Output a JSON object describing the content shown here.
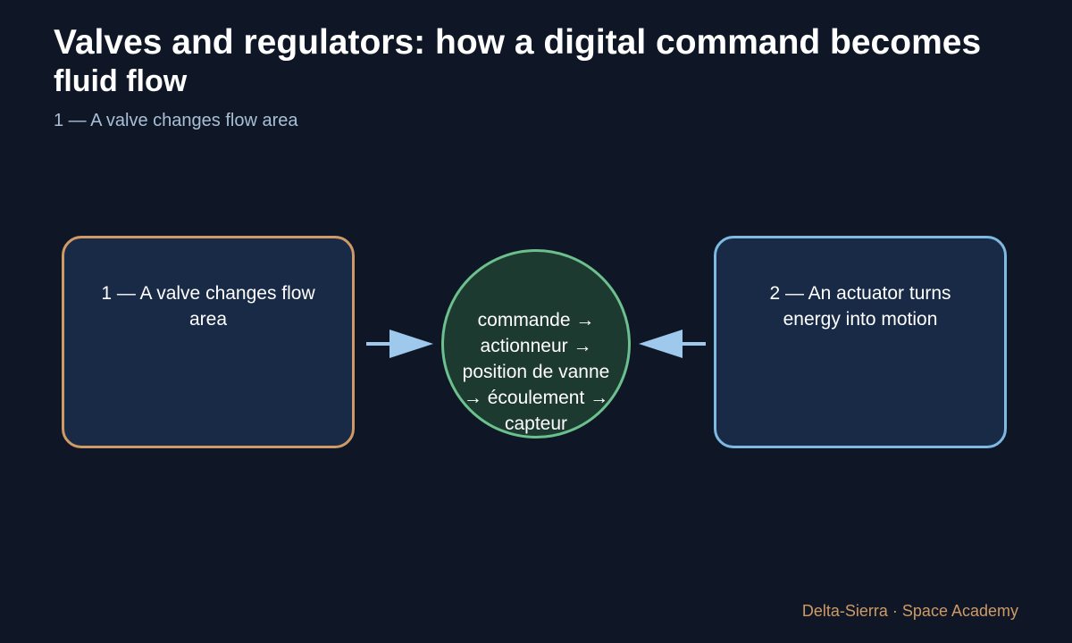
{
  "title": {
    "line1": "Valves and regulators: how a digital command becomes",
    "line2": "fluid flow"
  },
  "subtitle": "1 — A valve changes flow area",
  "nodes": {
    "left": {
      "label": "1 — A valve changes flow area",
      "border_color": "#cf9a66"
    },
    "center": {
      "lines": [
        "commande →",
        "actionneur →",
        "position de vanne",
        "→ écoulement →",
        "capteur"
      ],
      "border_color": "#6cc08d"
    },
    "right": {
      "label": "2 — An actuator turns energy into motion",
      "border_color": "#7db9e0"
    }
  },
  "arrows": {
    "color": "#9ec9ec",
    "left": "arrow-right-icon",
    "right": "arrow-left-icon"
  },
  "footer": "Delta-Sierra · Space Academy"
}
